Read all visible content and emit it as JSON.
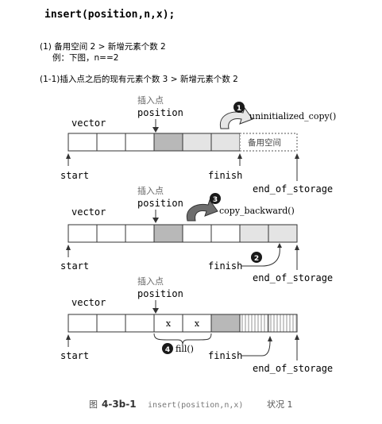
{
  "header": {
    "signature": "insert(position,n,x);",
    "case1_line1": "(1) 备用空间 2 > 新增元素个数 2",
    "case1_line2": "例：下图，n==2",
    "case1_1": "(1-1)插入点之后的现有元素个数 3 > 新增元素个数 2"
  },
  "labels": {
    "vector": "vector",
    "insert_point_cn": "插入点",
    "position": "position",
    "start": "start",
    "finish": "finish",
    "end_of_storage": "end_of_storage",
    "spare_space": "备用空间",
    "x": "x"
  },
  "steps": {
    "s1_num": "1",
    "s1_text": "uninitialized_copy()",
    "s2_num": "2",
    "s3_num": "3",
    "s3_text": "copy_backward()",
    "s4_num": "4",
    "s4_text": "fill()"
  },
  "caption": {
    "fig": "图",
    "num": "4-3b-1",
    "code": "insert(position,n,x)",
    "suffix": "状况 1"
  },
  "colors": {
    "cell_border": "#333333",
    "fill_dark": "#b8b8b8",
    "fill_light": "#e4e4e4",
    "hatch": "#c8c8c8",
    "badge": "#1a1a1a",
    "arrow_fill": "#e6e6e6"
  },
  "icons": {
    "step_arrow": "curved-arrow-icon",
    "pointer": "arrow-up-icon"
  }
}
